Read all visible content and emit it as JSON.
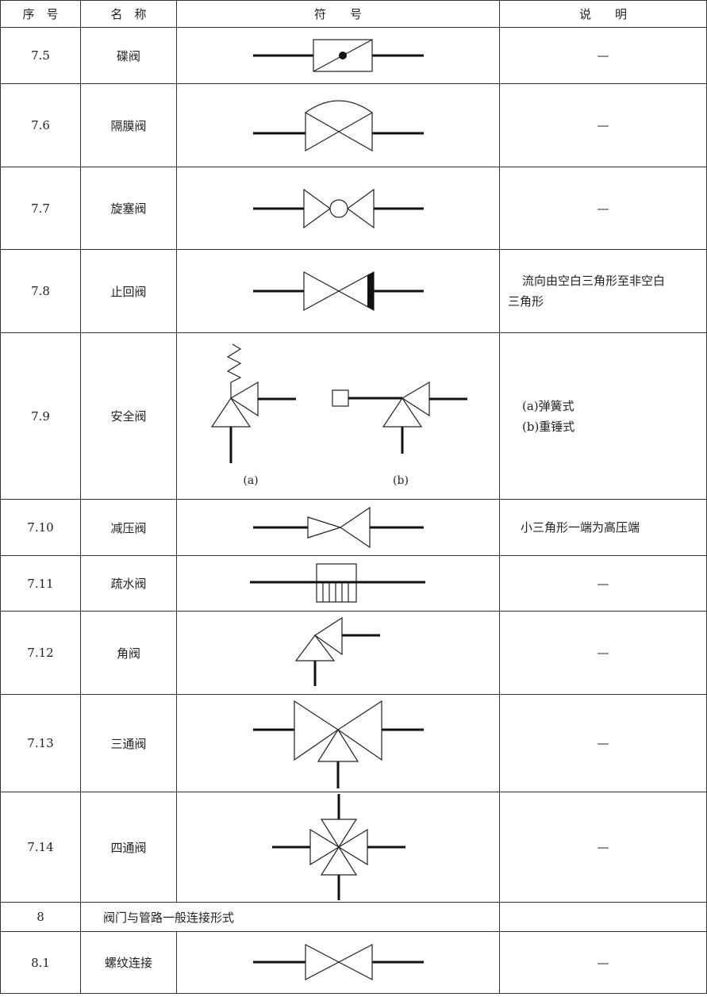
{
  "header": {
    "no": "序　号",
    "name": "名　称",
    "symbol": "符　　号",
    "desc": "说　　明"
  },
  "rows": [
    {
      "no": "7.5",
      "name": "碟阀",
      "desc": "—"
    },
    {
      "no": "7.6",
      "name": "隔膜阀",
      "desc": "—"
    },
    {
      "no": "7.7",
      "name": "旋塞阀",
      "desc": "—"
    },
    {
      "no": "7.8",
      "name": "止回阀",
      "desc_line1": "流向由空白三角形至非空白",
      "desc_line2": "三角形"
    },
    {
      "no": "7.9",
      "name": "安全阀",
      "desc_line1": "(a)弹簧式",
      "desc_line2": "(b)重锤式",
      "label_a": "(a)",
      "label_b": "(b)"
    },
    {
      "no": "7.10",
      "name": "减压阀",
      "desc": "小三角形一端为高压端"
    },
    {
      "no": "7.11",
      "name": "疏水阀",
      "desc": "—"
    },
    {
      "no": "7.12",
      "name": "角阀",
      "desc": "—"
    },
    {
      "no": "7.13",
      "name": "三通阀",
      "desc": "—"
    },
    {
      "no": "7.14",
      "name": "四通阀",
      "desc": "—"
    },
    {
      "no": "8",
      "name": "阀门与管路一般连接形式",
      "desc": ""
    },
    {
      "no": "8.1",
      "name": "螺纹连接",
      "desc": "—"
    }
  ]
}
